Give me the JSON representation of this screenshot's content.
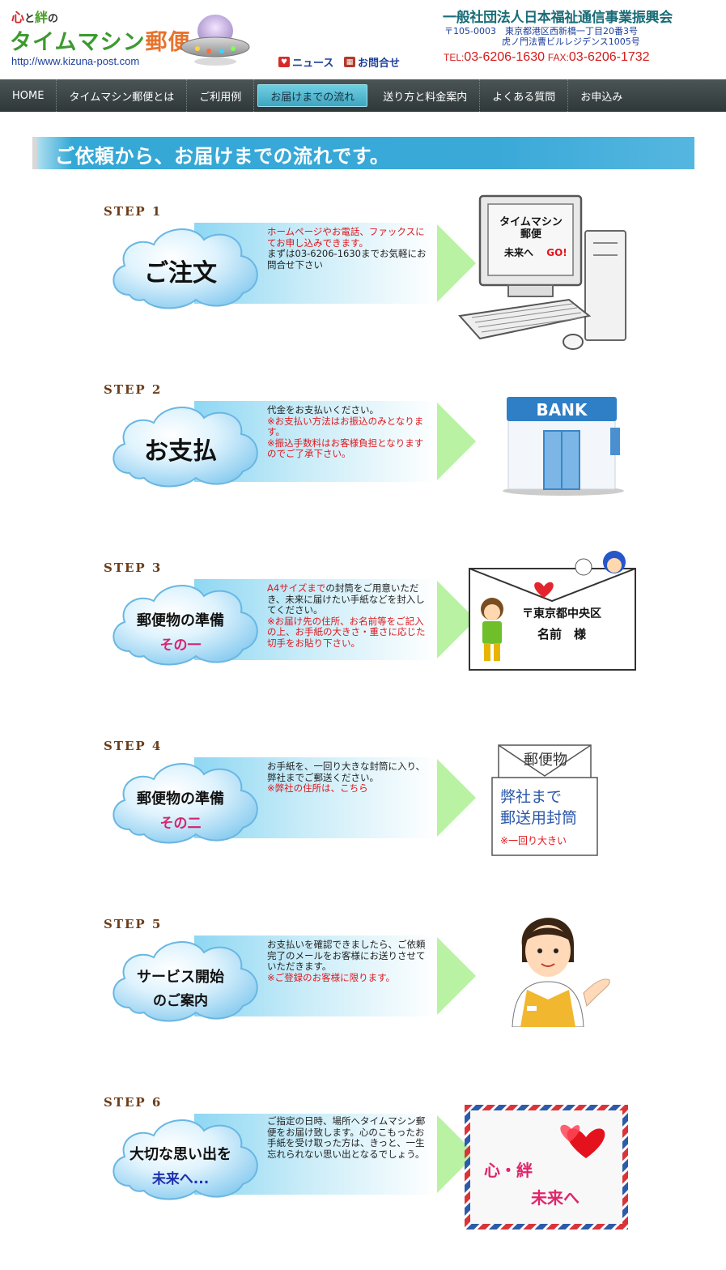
{
  "header": {
    "logo_line1_a": "心",
    "logo_line1_b": "と",
    "logo_line1_c": "絆",
    "logo_line1_d": "の",
    "logo_title_a": "タイムマシン",
    "logo_title_b": "郵便",
    "url": "http://www.kizuna-post.com",
    "news_link": "ニュース",
    "contact_link": "お問合せ",
    "org_name": "一般社団法人日本福祉通信事業振興会",
    "address_line1": "〒105-0003　東京都港区西新橋一丁目20番3号",
    "address_line2": "虎ノ門法曹ビルレジデンス1005号",
    "tel_label": "TEL:",
    "tel": "03-6206-1630",
    "fax_label": "FAX:",
    "fax": "03-6206-1732"
  },
  "nav": {
    "items": [
      "HOME",
      "タイムマシン郵便とは",
      "ご利用例",
      "お届けまでの流れ",
      "送り方と料金案内",
      "よくある質問",
      "お申込み"
    ],
    "active_index": 3
  },
  "heading": "ご依頼から、お届けまでの流れです。",
  "steps": [
    {
      "label": "STEP 1",
      "title": "ご注文",
      "desc_red": "ホームページやお電話、ファックスにてお申し込みできます。",
      "desc_black": "まずは03-6206-1630までお気軽にお問合せ下さい"
    },
    {
      "label": "STEP 2",
      "title": "お支払",
      "desc_black": "代金をお支払いください。",
      "desc_red": "※お支払い方法はお振込のみとなります。",
      "desc_red2": "※振込手数料はお客様負担となりますのでご了承下さい。"
    },
    {
      "label": "STEP 3",
      "title": "郵便物の準備",
      "subtitle": "その一",
      "desc_red": "A4サイズまで",
      "desc_black": "の封筒をご用意いただき、未来に届けたい手紙などを封入してください。",
      "desc_red2": "※お届け先の住所、お名前等をご記入の上、お手紙の大きさ・重さに応じた切手をお貼り下さい。"
    },
    {
      "label": "STEP 4",
      "title": "郵便物の準備",
      "subtitle": "その二",
      "desc_black": "お手紙を、一回り大きな封筒に入り、弊社までご郵送ください。",
      "desc_red": "※弊社の住所は、こちら"
    },
    {
      "label": "STEP 5",
      "title": "サービス開始",
      "subtitle": "のご案内",
      "desc_black": "お支払いを確認できましたら、ご依頼完了のメールをお客様にお送りさせていただきます。",
      "desc_red": "※ご登録のお客様に限ります。"
    },
    {
      "label": "STEP 6",
      "title": "大切な思い出を",
      "subtitle": "未来へ...",
      "desc_black": "ご指定の日時、場所へタイムマシン郵便をお届け致します。心のこもったお手紙を受け取った方は、きっと、一生忘れられない思い出となるでしょう。"
    }
  ],
  "illustrations": {
    "pc_line1": "タイムマシン",
    "pc_line2": "郵便",
    "pc_line3": "未来へ",
    "pc_go": "GO!",
    "bank": "BANK",
    "envelope_addr": "〒東京都中央区",
    "envelope_name": "名前　様",
    "env2_top": "郵便物",
    "env2_line1": "弊社まで",
    "env2_line2": "郵送用封筒",
    "env2_note": "※一回り大きい",
    "letter_line1": "心・絆",
    "letter_line2": "未来へ"
  },
  "colors": {
    "nav_bg": "#3a4344",
    "nav_active": "#4fb8d0",
    "heading_bg": "#3aa9d8",
    "step_label": "#6b3d1a",
    "red_text": "#e0161b",
    "arrow": "#b8f2a2"
  }
}
